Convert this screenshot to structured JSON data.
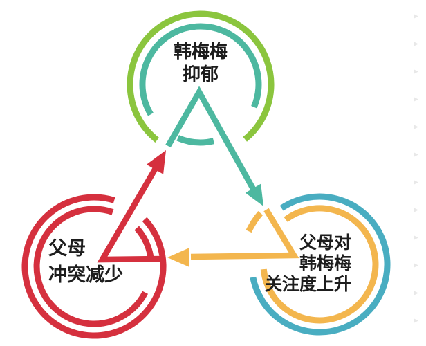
{
  "colors": {
    "background": "#ffffff",
    "green": "#8bc53e",
    "teal": "#4db8a0",
    "red": "#d5303e",
    "yellow": "#f3b64e",
    "cyan": "#49adc1",
    "text": "#1d1d1d",
    "edge_mark": "#e5e5e5"
  },
  "diagram": {
    "type": "causal-loop",
    "nodes": [
      {
        "id": "top",
        "lines": [
          "韩梅梅",
          "抑郁"
        ],
        "outer_ring": "green",
        "inner_ring": "teal"
      },
      {
        "id": "left",
        "lines": [
          "父母",
          "冲突减少"
        ],
        "outer_ring": "red",
        "inner_ring": "red"
      },
      {
        "id": "right",
        "lines": [
          "父母对",
          "韩梅梅",
          "关注度上升"
        ],
        "outer_ring": "cyan",
        "inner_ring": "yellow"
      }
    ],
    "arrows": [
      {
        "from": "top",
        "to": "right",
        "color": "teal"
      },
      {
        "from": "right",
        "to": "left",
        "color": "yellow"
      },
      {
        "from": "left",
        "to": "top",
        "color": "red"
      }
    ]
  }
}
